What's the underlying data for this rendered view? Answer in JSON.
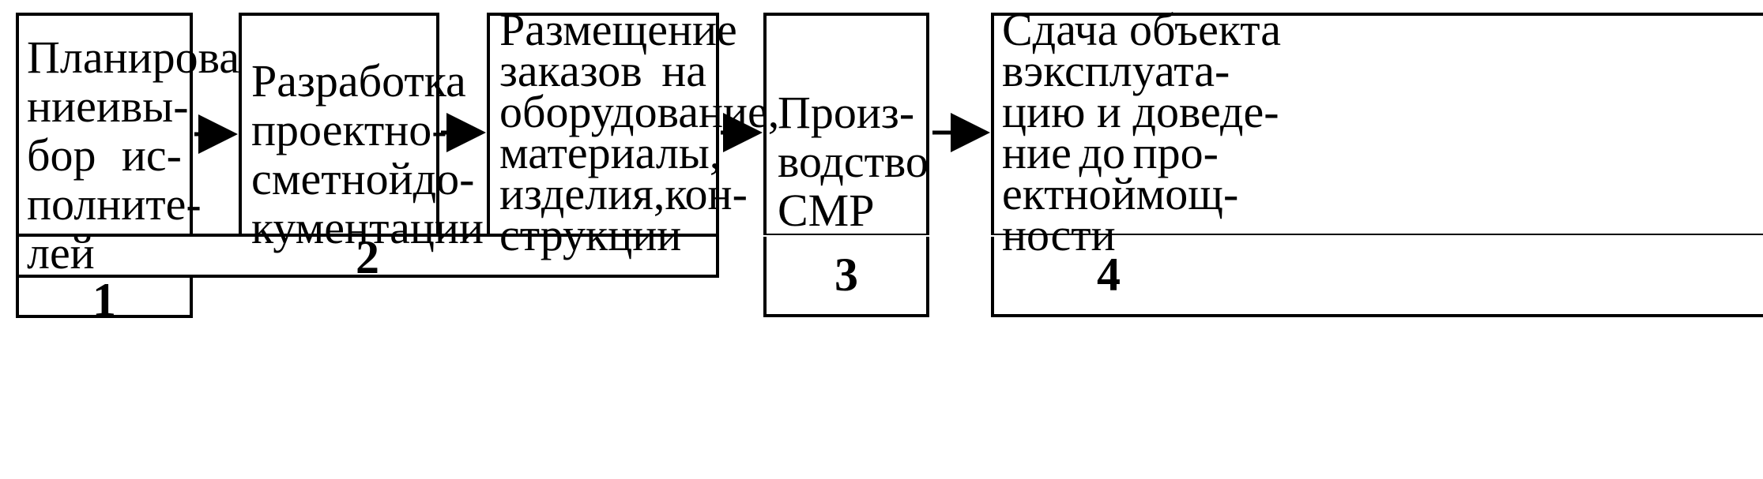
{
  "steps": [
    {
      "lines": [
        [
          "Планирова"
        ],
        [
          "ние",
          "и",
          "вы-"
        ],
        [
          "бор",
          "ис-"
        ],
        [
          "полните-"
        ],
        [
          "лей"
        ]
      ]
    },
    {
      "lines": [
        [
          "Разработка"
        ],
        [
          "проектно-"
        ],
        [
          "сметной",
          "до-"
        ],
        [
          "кументации"
        ]
      ]
    },
    {
      "lines": [
        [
          "Размещение"
        ],
        [
          "заказов",
          "на"
        ],
        [
          "оборудование,"
        ],
        [
          "материалы,"
        ],
        [
          "изделия,",
          "кон-"
        ],
        [
          "струкции"
        ]
      ]
    },
    {
      "lines": [
        [
          "Произ-"
        ],
        [
          "водство"
        ],
        [
          "СМР"
        ]
      ]
    },
    {
      "lines": [
        [
          "Сдача объекта"
        ],
        [
          "в",
          "эксплуата-"
        ],
        [
          "цию и доведе-"
        ],
        [
          "ние",
          "до",
          "про-"
        ],
        [
          "ектной",
          "мощ-"
        ],
        [
          "ности"
        ]
      ]
    }
  ],
  "stage_numbers": [
    "1",
    "2",
    "3",
    "4"
  ]
}
